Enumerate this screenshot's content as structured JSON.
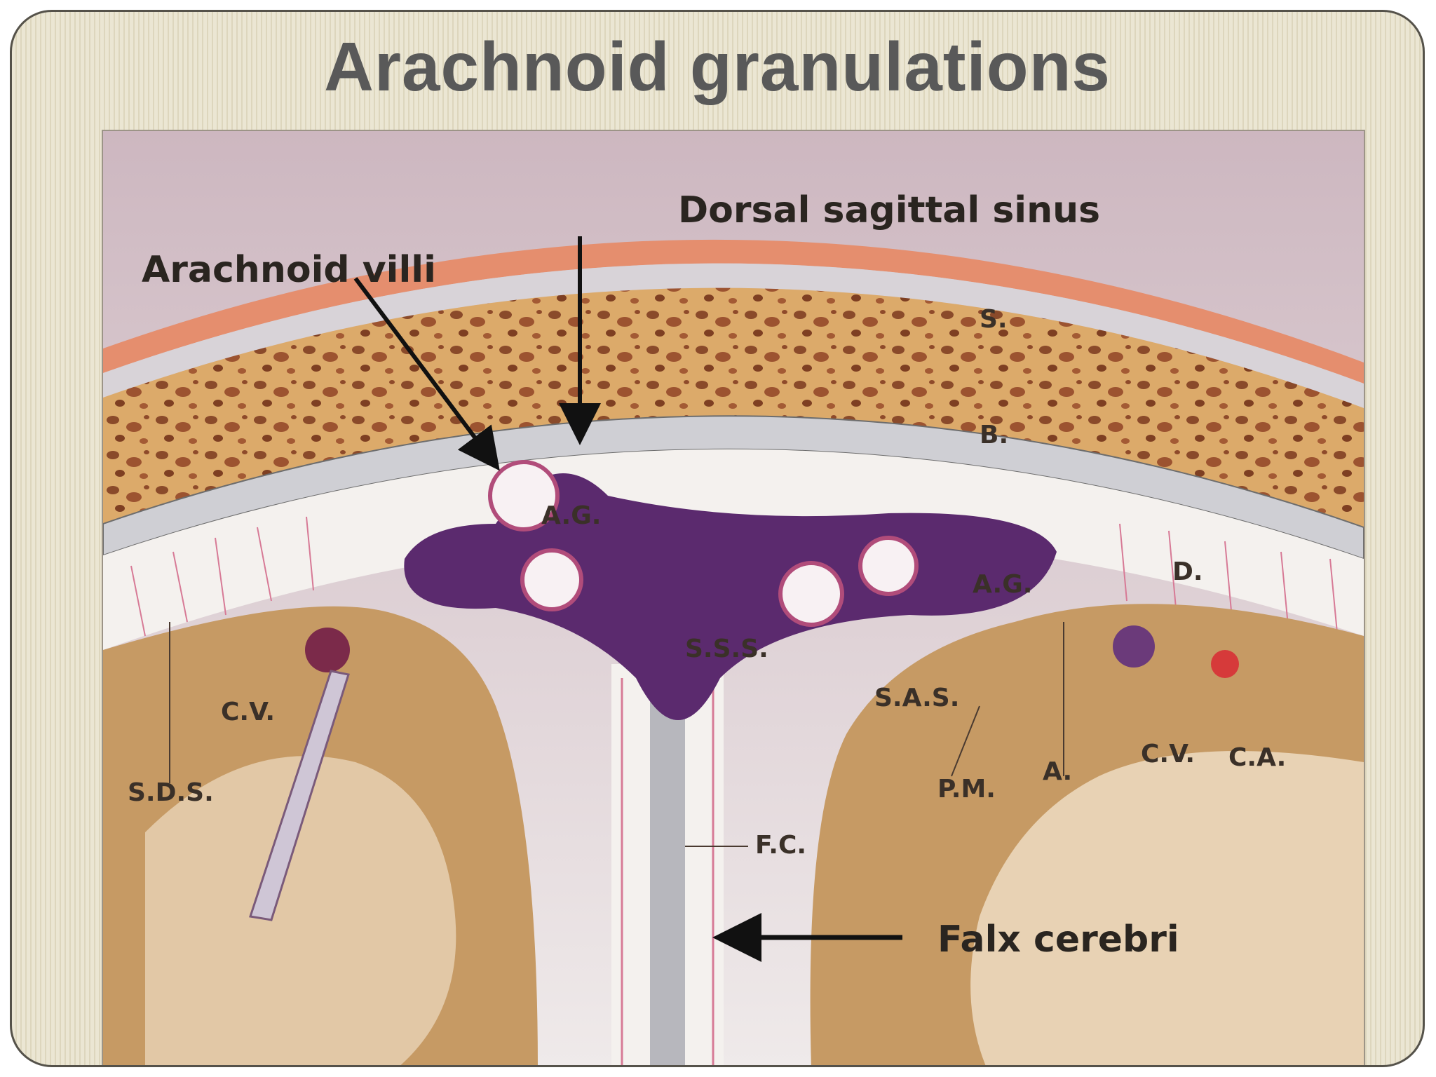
{
  "title": "Arachnoid granulations",
  "diagram": {
    "callouts": {
      "arachnoid_villi": "Arachnoid villi",
      "dorsal_sagittal_sinus": "Dorsal sagittal sinus",
      "falx_cerebri": "Falx cerebri"
    },
    "abbreviations": {
      "skin": "S.",
      "bone": "B.",
      "dura": "D.",
      "ag_left": "A.G.",
      "ag_right": "A.G.",
      "sss": "S.S.S.",
      "sas": "S.A.S.",
      "cv_left": "C.V.",
      "sds": "S.D.S.",
      "pm": "P.M.",
      "a": "A.",
      "cv_right": "C.V.",
      "ca": "C.A.",
      "fc": "F.C."
    }
  },
  "colors": {
    "skin": "#e58e6e",
    "bone": "#d9a25e",
    "sinus": "#5b2a6e",
    "brain": "#c69a64",
    "meninges": "#f4f1ee"
  }
}
